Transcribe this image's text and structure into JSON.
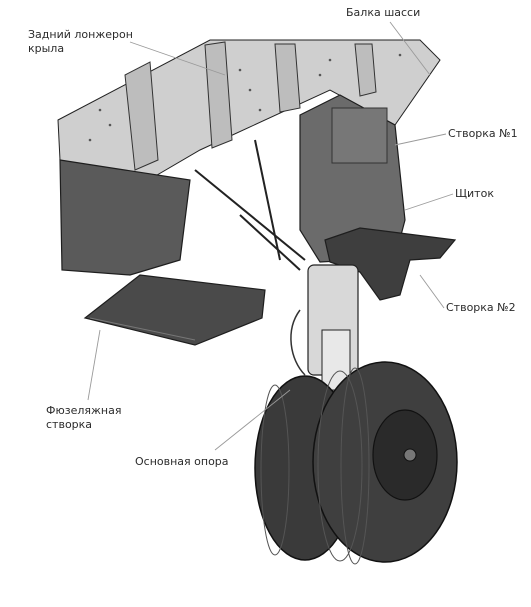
{
  "labels": {
    "rear_spar": [
      "Задний лонжерон",
      "крыла"
    ],
    "gear_beam": "Балка шасси",
    "door_1": "Створка №1",
    "flap": "Щиток",
    "door_2": "Створка №2",
    "fuselage_door": [
      "Фюзеляжная",
      "створка"
    ],
    "main_gear": "Основная опора"
  },
  "colors": {
    "panel": "#c9c9c9",
    "panel_dark": "#4a4a4a",
    "tire": "#3a3a3a",
    "outline": "#1e1e1e",
    "leader": "#9a9a9a"
  }
}
